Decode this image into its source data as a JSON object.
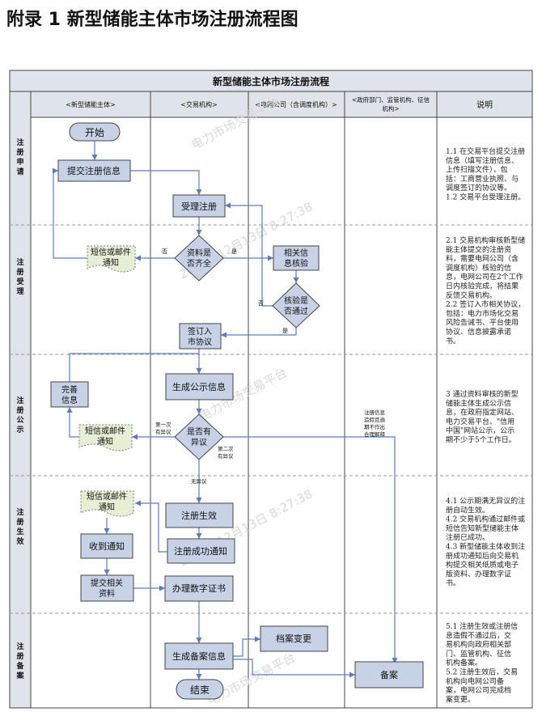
{
  "page_title": "附录 1  新型储能主体市场注册流程图",
  "diagram": {
    "title": "新型储能主体市场注册流程",
    "columns": [
      "<新型储能主体>",
      "<交易机构>",
      "<电网公司（含调度机构）>",
      "<政府部门、监管机构、征信机构>",
      "说明"
    ],
    "col_gov_line1": "<政府部门、监管机构、征信",
    "col_gov_line2": "机构>",
    "rows": [
      "注册申请",
      "注册受理",
      "注册公示",
      "注册生效",
      "注册备案"
    ],
    "nodes": {
      "start": "开始",
      "submit": "提交注册信息",
      "accept": "受理注册",
      "complete_q": [
        "资料是",
        "否齐全"
      ],
      "sms1": [
        "短信或邮件",
        "通知"
      ],
      "verify": [
        "相关信",
        "息核验"
      ],
      "verify_q": [
        "核验是",
        "否通过"
      ],
      "sign": [
        "签订入",
        "市协议"
      ],
      "gen_public": "生成公示信息",
      "improve": [
        "完善",
        "信息"
      ],
      "sms2": [
        "短信或邮件",
        "通知"
      ],
      "objection_q": [
        "是否有",
        "异议"
      ],
      "sms3": [
        "短信或邮件",
        "通知"
      ],
      "effective": "注册生效",
      "success_notice": "注册成功通知",
      "receive": "收到通知",
      "submit_docs": [
        "提交相关",
        "资料"
      ],
      "cert": "办理数字证书",
      "archive_change": "档案变更",
      "gen_record": "生成备案信息",
      "record": "备案",
      "end": "结束"
    },
    "edge_labels": {
      "no": "否",
      "yes": "是",
      "no2": "否",
      "yes2": "是",
      "first_objection": [
        "第一次",
        "有异议"
      ],
      "second_objection": [
        "第二次",
        "有异议"
      ],
      "no_objection": "无异议",
      "gov_note": [
        "注册信息",
        "造假且逾",
        "期不作出",
        "合理解释"
      ]
    },
    "notes": {
      "apply": [
        "1.1 在交易平台提交注册",
        "信息（填写注册信息、",
        "上传扫描文件），包",
        "括：工商营业执照、与",
        "调度签订的协议等。",
        "1.2 交易平台受理注册。"
      ],
      "accept": [
        "2.1 交易机构审核新型储",
        "能主体提交的注册资",
        "料，需要电网公司（含",
        "调度机构）核验的信",
        "息，电网公司在2个工作",
        "日内核验完成，将结果",
        "反馈交易机构。",
        "2.2 签订入市相关协议，",
        "包括：电力市场化交易",
        "风险告诫书、平台使用",
        "协议、信息披露承诺",
        "书。"
      ],
      "public": [
        "3 通过资料审核的新型",
        "储能主体生成公示信",
        "息，在政府指定网站、",
        "电力交易平台、\"信用",
        "中国\"网站公示，公示",
        "期不少于5个工作日。"
      ],
      "effective": [
        "4.1 公示期满无异议的注",
        "册自动生效。",
        "4.2 交易机构通过邮件或",
        "短信告知新型储能主体",
        "注册已成功。",
        "4.3 新型储能主体收到注",
        "册成功通知后向交易机",
        "构提交相关纸质或电子",
        "版资料、办理数字证",
        "书。"
      ],
      "record": [
        "5.1 注册生效或注册信",
        "息造假不通过后，交",
        "易机构向政府相关部",
        "门、监管机构、征信",
        "机构备案。",
        "5.2 注册生效后，交易",
        "机构向电网公司备",
        "案，电网公司完成档",
        "案变更。"
      ]
    },
    "watermark": [
      "电力市场交易平台",
      "2022年12月13日 8:27:38"
    ]
  }
}
